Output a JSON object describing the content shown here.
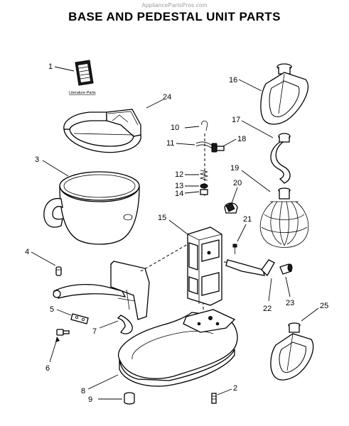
{
  "watermark": "AppliancePartsPros.com",
  "title": "BASE AND PEDESTAL UNIT PARTS",
  "literature_label": "Literature Parts",
  "callouts": {
    "c1": "1",
    "c2": "2",
    "c3": "3",
    "c4": "4",
    "c5": "5",
    "c6": "6",
    "c7": "7",
    "c8": "8",
    "c9": "9",
    "c10": "10",
    "c11": "11",
    "c12": "12",
    "c13": "13",
    "c14": "14",
    "c15": "15",
    "c16": "16",
    "c17": "17",
    "c18": "18",
    "c19": "19",
    "c20": "20",
    "c21": "21",
    "c22": "22",
    "c23": "23",
    "c24": "24",
    "c25": "25"
  }
}
